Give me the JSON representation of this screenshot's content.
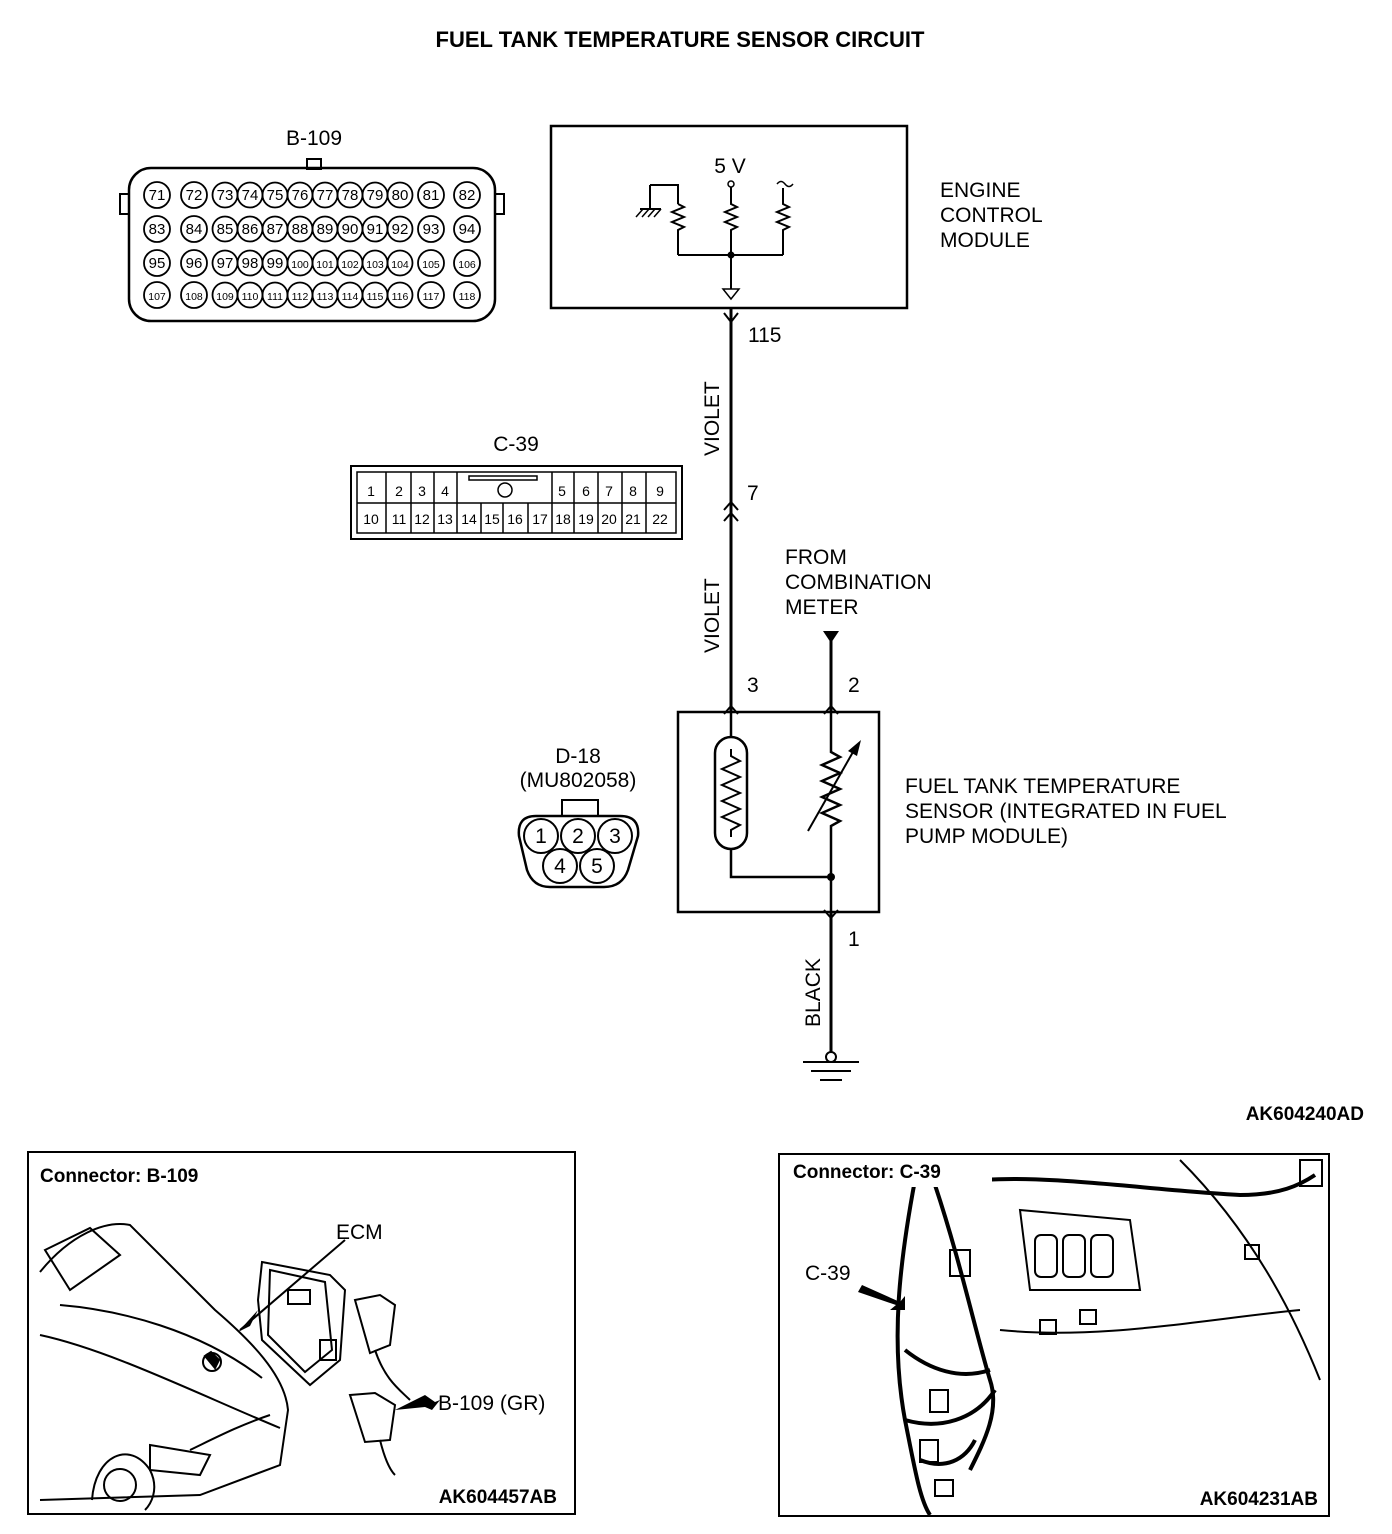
{
  "title": "FUEL TANK TEMPERATURE SENSOR CIRCUIT",
  "ecm": {
    "label_lines": [
      "ENGINE",
      "CONTROL",
      "MODULE"
    ],
    "supply_voltage": "5 V",
    "terminal": "115"
  },
  "connector_b109": {
    "name": "B-109",
    "rows": [
      [
        "71",
        "72",
        "73",
        "74",
        "75",
        "76",
        "77",
        "78",
        "79",
        "80",
        "81",
        "82"
      ],
      [
        "83",
        "84",
        "85",
        "86",
        "87",
        "88",
        "89",
        "90",
        "91",
        "92",
        "93",
        "94"
      ],
      [
        "95",
        "96",
        "97",
        "98",
        "99",
        "100",
        "101",
        "102",
        "103",
        "104",
        "105",
        "106"
      ],
      [
        "107",
        "108",
        "109",
        "110",
        "111",
        "112",
        "113",
        "114",
        "115",
        "116",
        "117",
        "118"
      ]
    ]
  },
  "connector_c39": {
    "name": "C-39",
    "top_row": [
      "1",
      "2",
      "3",
      "4",
      "5",
      "6",
      "7",
      "8",
      "9"
    ],
    "bottom_row": [
      "10",
      "11",
      "12",
      "13",
      "14",
      "15",
      "16",
      "17",
      "18",
      "19",
      "20",
      "21",
      "22"
    ]
  },
  "connector_d18": {
    "name": "D-18",
    "part_number": "(MU802058)",
    "pins": [
      "1",
      "2",
      "3",
      "4",
      "5"
    ]
  },
  "wires": {
    "violet_upper": "VIOLET",
    "violet_lower": "VIOLET",
    "black": "BLACK"
  },
  "terminals": {
    "c39_pin": "7",
    "sensor_pin3": "3",
    "sensor_pin2": "2",
    "sensor_pin1": "1"
  },
  "from_combination_meter": [
    "FROM",
    "COMBINATION",
    "METER"
  ],
  "sensor_label_lines": [
    "FUEL TANK TEMPERATURE",
    "SENSOR (INTEGRATED IN FUEL",
    "PUMP MODULE)"
  ],
  "diagram_code": "AK604240AD",
  "location_b109": {
    "heading": "Connector: B-109",
    "ecm_label": "ECM",
    "connector_label": "B-109 (GR)",
    "code": "AK604457AB"
  },
  "location_c39": {
    "heading": "Connector: C-39",
    "connector_label": "C-39",
    "code": "AK604231AB"
  }
}
